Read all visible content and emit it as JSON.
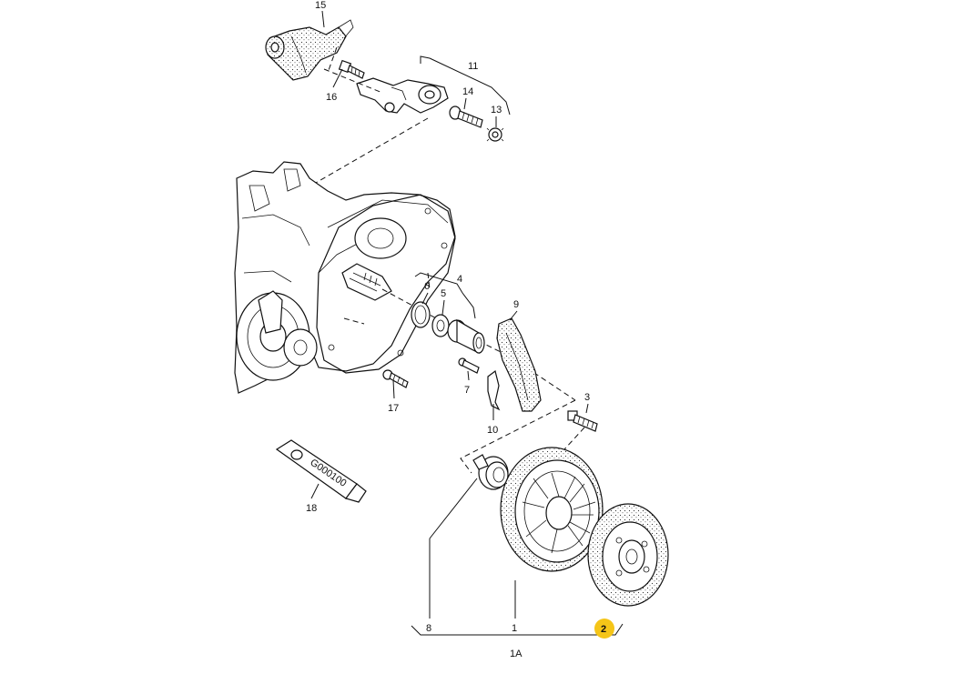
{
  "labels": {
    "l1": "1",
    "l1A": "1A",
    "l2": "2",
    "l3": "3",
    "l4": "4",
    "l5": "5",
    "l6": "6",
    "l7": "7",
    "l8": "8",
    "l9": "9",
    "l10": "10",
    "l11": "11",
    "l13": "13",
    "l14": "14",
    "l15": "15",
    "l16": "16",
    "l17": "17",
    "l18": "18"
  },
  "tube_text": "G000100",
  "highlight": {
    "label": "2",
    "color": "#f5c518"
  }
}
